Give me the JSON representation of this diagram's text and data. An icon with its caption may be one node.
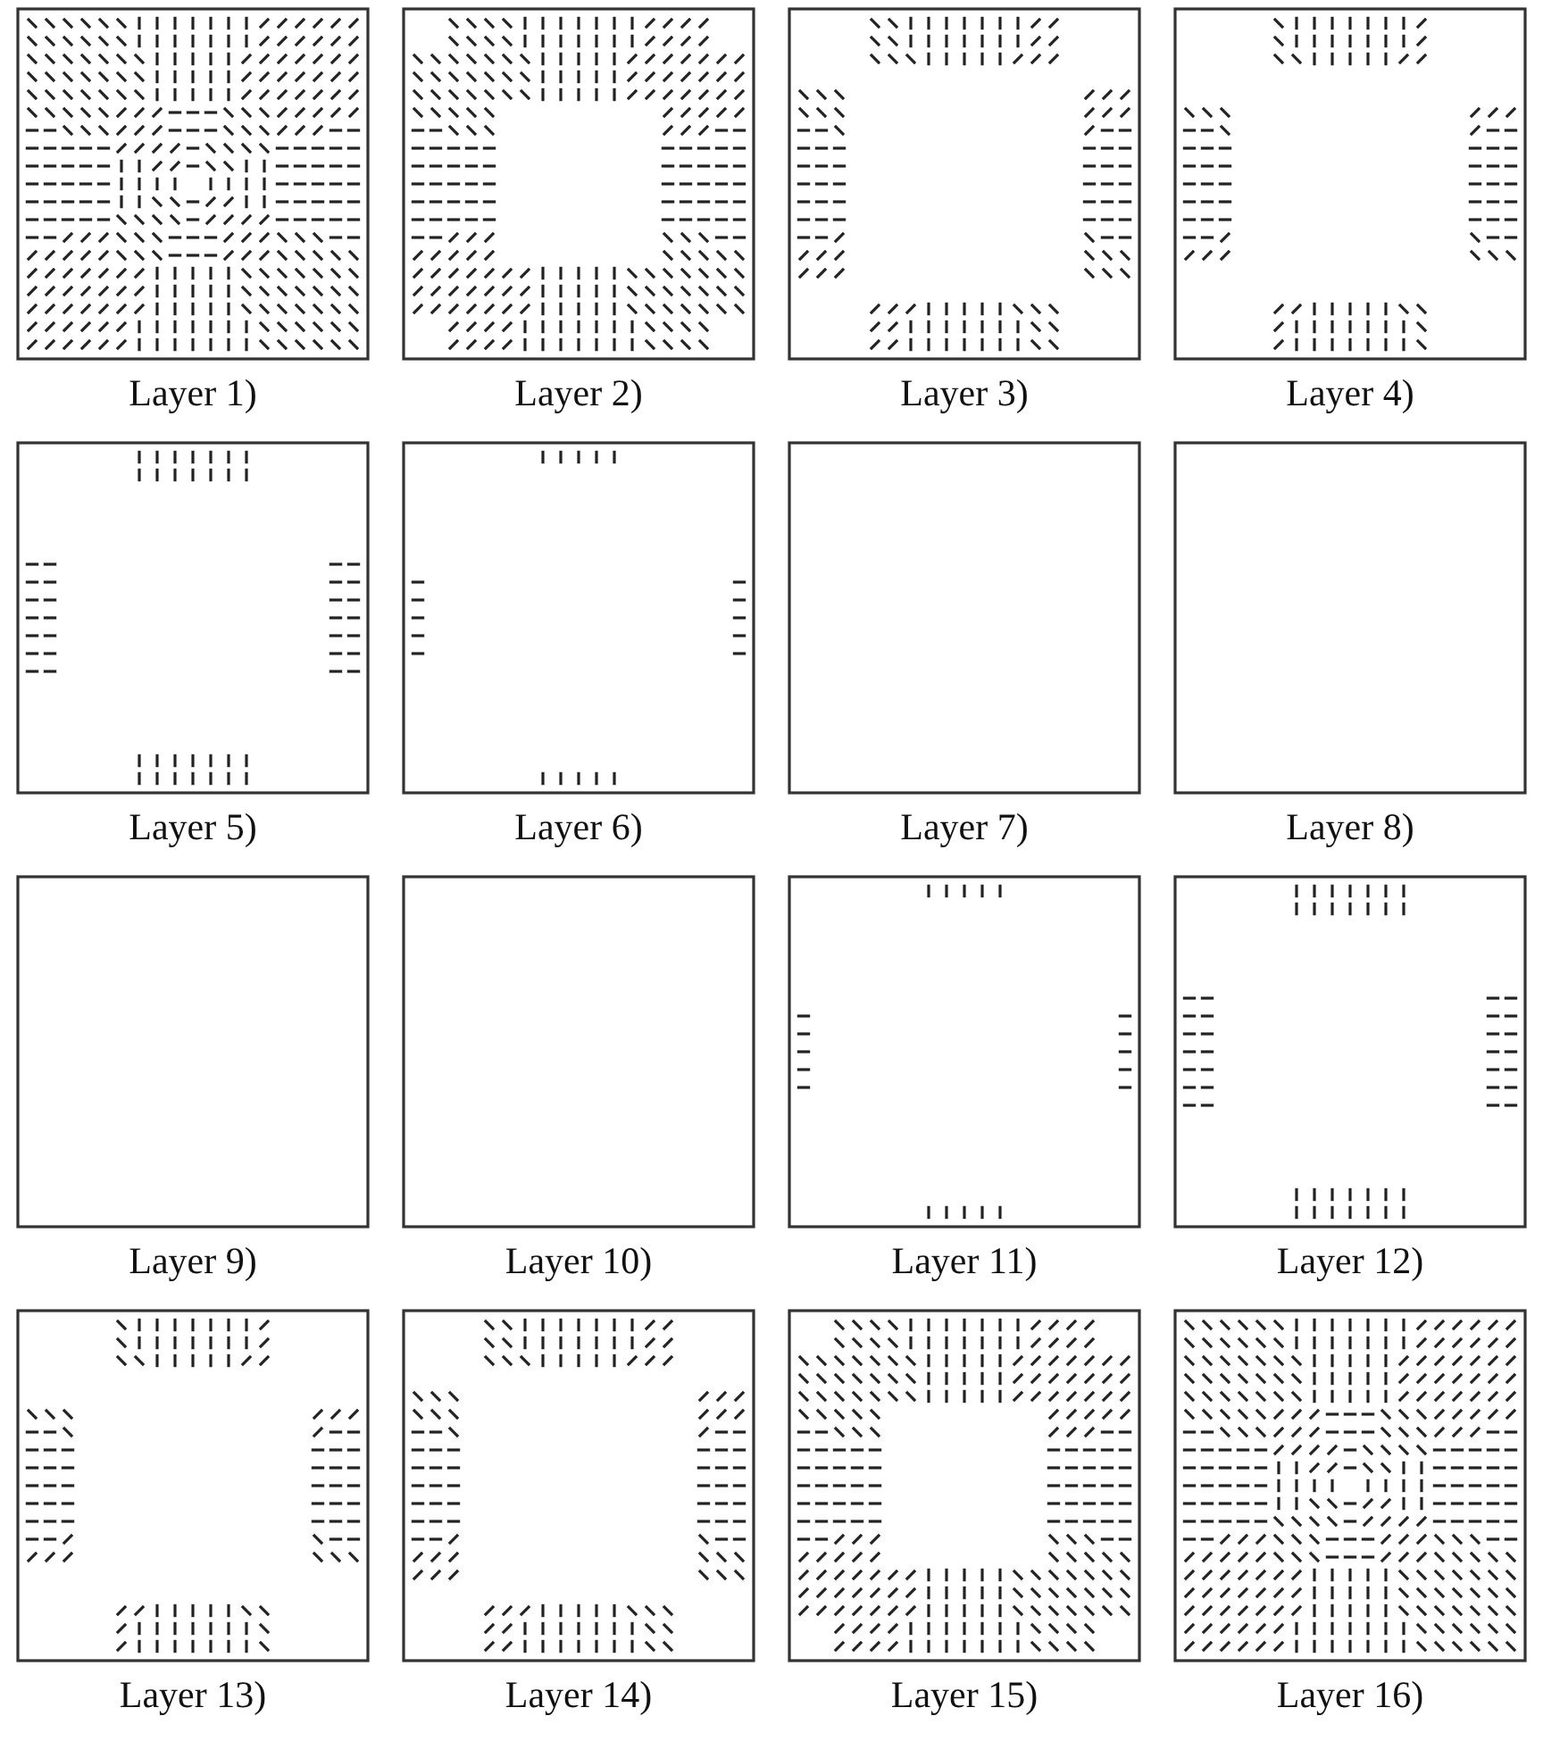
{
  "diagram": {
    "nodes": [
      {
        "text": [
          "Layer 1)"
        ]
      },
      {
        "text": [
          "Layer 2)"
        ]
      },
      {
        "text": [
          "Layer 3)"
        ]
      },
      {
        "text": [
          "Layer 4)"
        ]
      },
      {
        "text": [
          "Layer 5)"
        ]
      },
      {
        "text": [
          "Layer 6)"
        ]
      },
      {
        "text": [
          "Layer 7)"
        ]
      },
      {
        "text": [
          "Layer 8)"
        ]
      },
      {
        "text": [
          "Layer 9)"
        ]
      },
      {
        "text": [
          "Layer 10)"
        ]
      },
      {
        "text": [
          "Layer 11)"
        ]
      },
      {
        "text": [
          "Layer 12)"
        ]
      },
      {
        "text": [
          "Layer 13)"
        ]
      },
      {
        "text": [
          "Layer 14)"
        ]
      },
      {
        "text": [
          "Layer 15)"
        ]
      },
      {
        "text": [
          "Layer 16)"
        ]
      }
    ]
  }
}
